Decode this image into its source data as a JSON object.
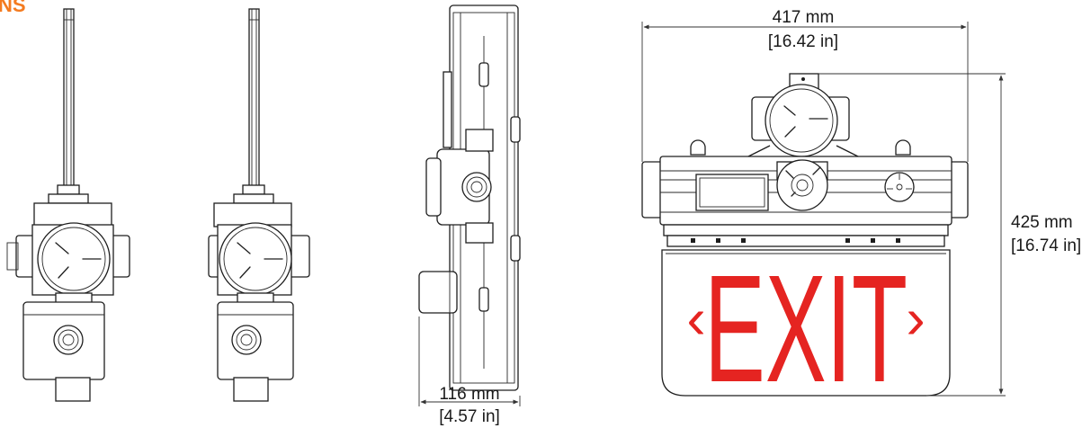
{
  "header": {
    "fragment_text": "NS"
  },
  "sign": {
    "text": "EXIT",
    "left_arrow": "‹",
    "right_arrow": "›"
  },
  "dimensions": {
    "width": {
      "mm": "417 mm",
      "in": "[16.42 in]"
    },
    "height": {
      "mm": "425 mm",
      "in": "[16.74 in]"
    },
    "depth": {
      "mm": "116 mm",
      "in": "[4.57 in]"
    }
  },
  "colors": {
    "exit_red": "#e52421",
    "header_orange": "#f47b20",
    "line": "#1e1e1e",
    "dimension_line": "#333333"
  }
}
